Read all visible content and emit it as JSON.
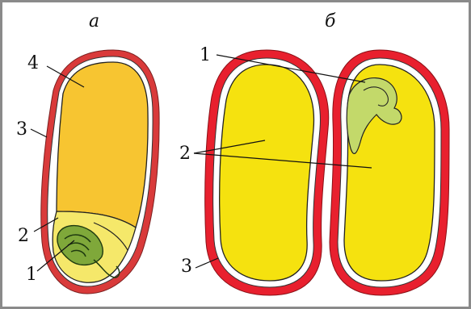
{
  "panels": {
    "a": {
      "label": "а"
    },
    "b": {
      "label": "б"
    }
  },
  "labels": {
    "a1": "1",
    "a2": "2",
    "a3": "3",
    "a4": "4",
    "b1": "1",
    "b2": "2",
    "b3": "3"
  },
  "colors": {
    "frame": "#8a8a8a",
    "seed_coat_a": "#d93a3a",
    "seed_coat_b": "#e8202e",
    "endosperm": "#f7c531",
    "cotyledon": "#f5e20f",
    "embryo": "#b7d35a",
    "outline": "#222222"
  }
}
